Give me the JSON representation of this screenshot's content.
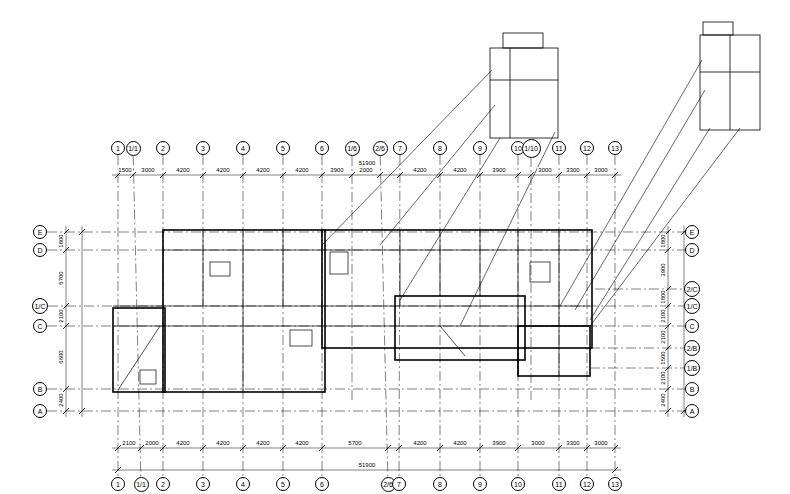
{
  "diagram": {
    "nodes": [
      {
        "text": [
          "1"
        ]
      },
      {
        "text": [
          "1/1"
        ]
      },
      {
        "text": [
          "2"
        ]
      },
      {
        "text": [
          "3"
        ]
      },
      {
        "text": [
          "4"
        ]
      },
      {
        "text": [
          "5"
        ]
      },
      {
        "text": [
          "6"
        ]
      },
      {
        "text": [
          "1/6"
        ]
      },
      {
        "text": [
          "2/6"
        ]
      },
      {
        "text": [
          "7"
        ]
      },
      {
        "text": [
          "8"
        ]
      },
      {
        "text": [
          "9"
        ]
      },
      {
        "text": [
          "10"
        ]
      },
      {
        "text": [
          "1/10"
        ]
      },
      {
        "text": [
          "11"
        ]
      },
      {
        "text": [
          "12"
        ]
      },
      {
        "text": [
          "13"
        ]
      },
      {
        "text": [
          "1"
        ]
      },
      {
        "text": [
          "1/1"
        ]
      },
      {
        "text": [
          "2"
        ]
      },
      {
        "text": [
          "3"
        ]
      },
      {
        "text": [
          "4"
        ]
      },
      {
        "text": [
          "5"
        ]
      },
      {
        "text": [
          "6"
        ]
      },
      {
        "text": [
          "2/6"
        ]
      },
      {
        "text": [
          "7"
        ]
      },
      {
        "text": [
          "8"
        ]
      },
      {
        "text": [
          "9"
        ]
      },
      {
        "text": [
          "10"
        ]
      },
      {
        "text": [
          "11"
        ]
      },
      {
        "text": [
          "12"
        ]
      },
      {
        "text": [
          "13"
        ]
      },
      {
        "text": [
          "E"
        ]
      },
      {
        "text": [
          "D"
        ]
      },
      {
        "text": [
          "1/C"
        ]
      },
      {
        "text": [
          "C"
        ]
      },
      {
        "text": [
          "B"
        ]
      },
      {
        "text": [
          "A"
        ]
      },
      {
        "text": [
          "E"
        ]
      },
      {
        "text": [
          "D"
        ]
      },
      {
        "text": [
          "2/C"
        ]
      },
      {
        "text": [
          "1/C"
        ]
      },
      {
        "text": [
          "C"
        ]
      },
      {
        "text": [
          "2/B"
        ]
      },
      {
        "text": [
          "1/B"
        ]
      },
      {
        "text": [
          "B"
        ]
      },
      {
        "text": [
          "A"
        ]
      }
    ],
    "edges": [
      {
        "from": 0,
        "to": 17,
        "arrow": "none"
      },
      {
        "from": 1,
        "to": 18,
        "arrow": "none"
      },
      {
        "from": 2,
        "to": 19,
        "arrow": "none"
      },
      {
        "from": 3,
        "to": 20,
        "arrow": "none"
      },
      {
        "from": 4,
        "to": 21,
        "arrow": "none"
      },
      {
        "from": 5,
        "to": 22,
        "arrow": "none"
      },
      {
        "from": 6,
        "to": 23,
        "arrow": "none"
      },
      {
        "from": 8,
        "to": 24,
        "arrow": "none"
      },
      {
        "from": 9,
        "to": 25,
        "arrow": "none"
      },
      {
        "from": 10,
        "to": 26,
        "arrow": "none"
      },
      {
        "from": 11,
        "to": 27,
        "arrow": "none"
      },
      {
        "from": 12,
        "to": 28,
        "arrow": "none"
      },
      {
        "from": 14,
        "to": 29,
        "arrow": "none"
      },
      {
        "from": 15,
        "to": 30,
        "arrow": "none"
      },
      {
        "from": 16,
        "to": 31,
        "arrow": "none"
      },
      {
        "from": 32,
        "to": 38,
        "arrow": "none"
      },
      {
        "from": 33,
        "to": 39,
        "arrow": "none"
      },
      {
        "from": 34,
        "to": 41,
        "arrow": "none"
      },
      {
        "from": 35,
        "to": 42,
        "arrow": "none"
      },
      {
        "from": 36,
        "to": 45,
        "arrow": "none"
      },
      {
        "from": 37,
        "to": 46,
        "arrow": "none"
      }
    ],
    "labels": [
      "51900",
      "1500",
      "3000",
      "4200",
      "4200",
      "4200",
      "4200",
      "3900",
      "2000",
      "4200",
      "4200",
      "3900",
      "3000",
      "3300",
      "3000",
      "2100",
      "2000",
      "4200",
      "4200",
      "4200",
      "4200",
      "5700",
      "4200",
      "4200",
      "3900",
      "3000",
      "3300",
      "3000",
      "51900",
      "1800",
      "5700",
      "2100",
      "6600",
      "2400",
      "1800",
      "3900",
      "1800",
      "2100",
      "2100",
      "1500",
      "2100",
      "2400"
    ]
  }
}
